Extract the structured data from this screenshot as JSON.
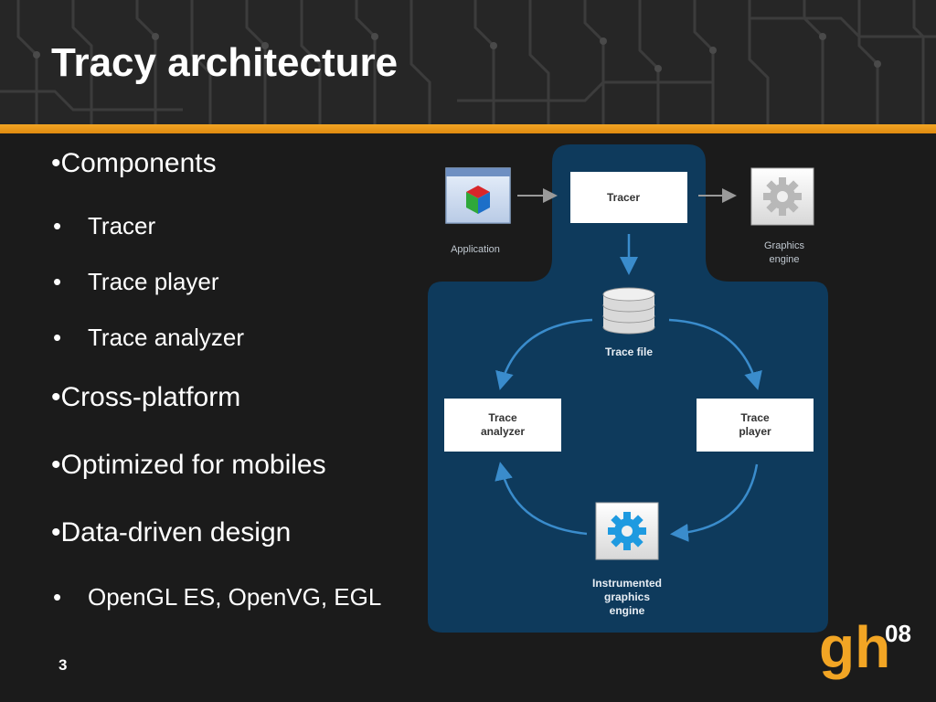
{
  "slide": {
    "title": "Tracy architecture",
    "page_number": "3"
  },
  "bullets": [
    {
      "text": "•Components",
      "level": 1
    },
    {
      "text": "Tracer",
      "level": 2
    },
    {
      "text": "Trace player",
      "level": 2
    },
    {
      "text": "Trace analyzer",
      "level": 2
    },
    {
      "text": "•Cross-platform",
      "level": 1
    },
    {
      "text": "•Optimized for mobiles",
      "level": 1
    },
    {
      "text": "•Data-driven design",
      "level": 1
    },
    {
      "text": "OpenGL ES, OpenVG, EGL",
      "level": 2
    }
  ],
  "bullet_glyph": "•",
  "diagram": {
    "application_label": "Application",
    "tracer_label": "Tracer",
    "graphics_engine_label_1": "Graphics",
    "graphics_engine_label_2": "engine",
    "trace_file_label": "Trace file",
    "trace_analyzer_label_1": "Trace",
    "trace_analyzer_label_2": "analyzer",
    "trace_player_label_1": "Trace",
    "trace_player_label_2": "player",
    "instrumented_label_1": "Instrumented",
    "instrumented_label_2": "graphics",
    "instrumented_label_3": "engine",
    "colors": {
      "panel": "#0e3a5c",
      "arrow": "#3a8ccc",
      "box": "#ffffff"
    }
  },
  "logo": {
    "text_main": "gh",
    "text_sup": "08",
    "color": "#f2a524"
  },
  "colors": {
    "accent_bar": "#f2a524",
    "background": "#1b1b1b",
    "text": "#ffffff"
  }
}
